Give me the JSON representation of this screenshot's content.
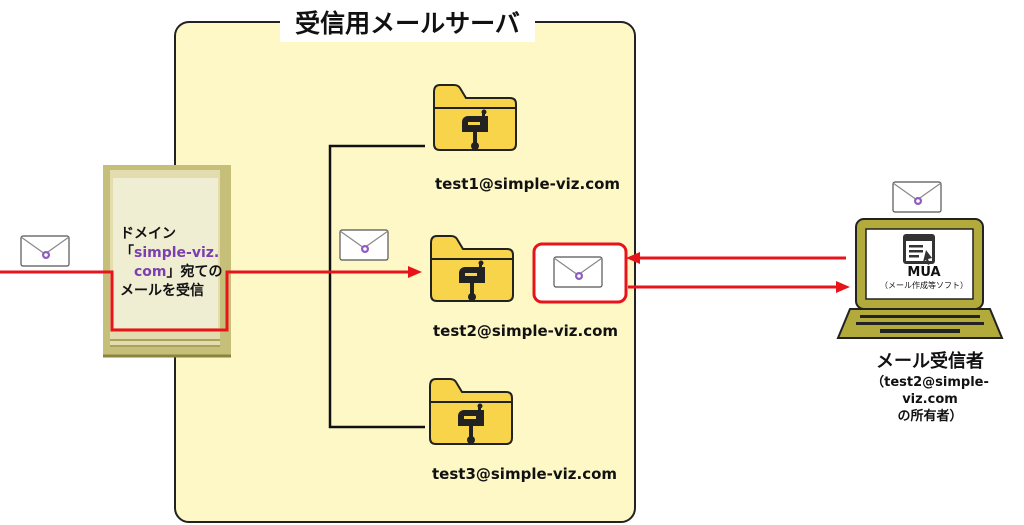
{
  "diagram": {
    "title": "受信用メールサーバ",
    "server": {
      "label_line1": "ドメイン",
      "label_bracket_open": "「",
      "label_domain_part1": "simple-viz.",
      "label_domain_part2": "com",
      "label_line2_suffix": "」宛ての",
      "label_line3": "メールを受信"
    },
    "mailboxes": [
      {
        "address": "test1@simple-viz.com"
      },
      {
        "address": "test2@simple-viz.com"
      },
      {
        "address": "test3@simple-viz.com"
      }
    ],
    "client": {
      "app_name": "MUA",
      "app_sub": "（メール作成等ソフト）",
      "user_title": "メール受信者",
      "user_sub1": "（test2@simple-viz.com",
      "user_sub2": "の所有者）"
    },
    "colors": {
      "server_box_fill": "#fdf8c6",
      "accent_red": "#e8141b",
      "folder_yellow": "#f7d44a",
      "laptop_olive": "#b3aa3c",
      "envelope_purple": "#8e5bc0"
    }
  }
}
